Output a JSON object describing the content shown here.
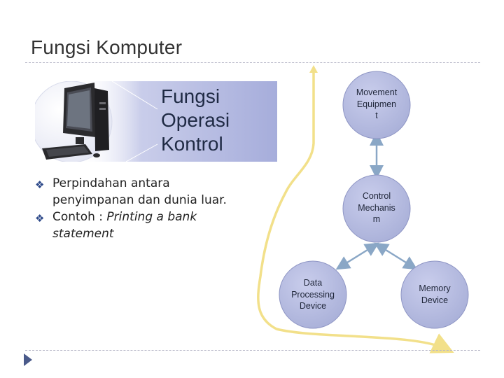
{
  "slide": {
    "title": "Fungsi Komputer"
  },
  "banner": {
    "title_lines": [
      "Fungsi",
      "Operasi",
      "Kontrol"
    ]
  },
  "bullets": {
    "b1_line1": "Perpindahan antara",
    "b1_line2": "penyimpanan dan dunia luar.",
    "b2_prefix": "Contoh : ",
    "b2_italic1": "Printing a bank",
    "b2_italic2": "statement"
  },
  "diagram": {
    "nodes": {
      "movement": [
        "Movement",
        "Equipmen",
        "t"
      ],
      "control": [
        "Control",
        "Mechanis",
        "m"
      ],
      "data_processing": [
        "Data",
        "Processing",
        "Device"
      ],
      "memory": [
        "Memory",
        "Device"
      ]
    }
  },
  "colors": {
    "node_fill": "#b7bddf",
    "connector": "#8aa7c6",
    "flow_path": "#f2e08a",
    "banner": "#aab1d8"
  },
  "icons": {
    "bullet": "diamond-bullet-icon",
    "computer": "computer-icon",
    "nav": "next-slide-icon"
  }
}
